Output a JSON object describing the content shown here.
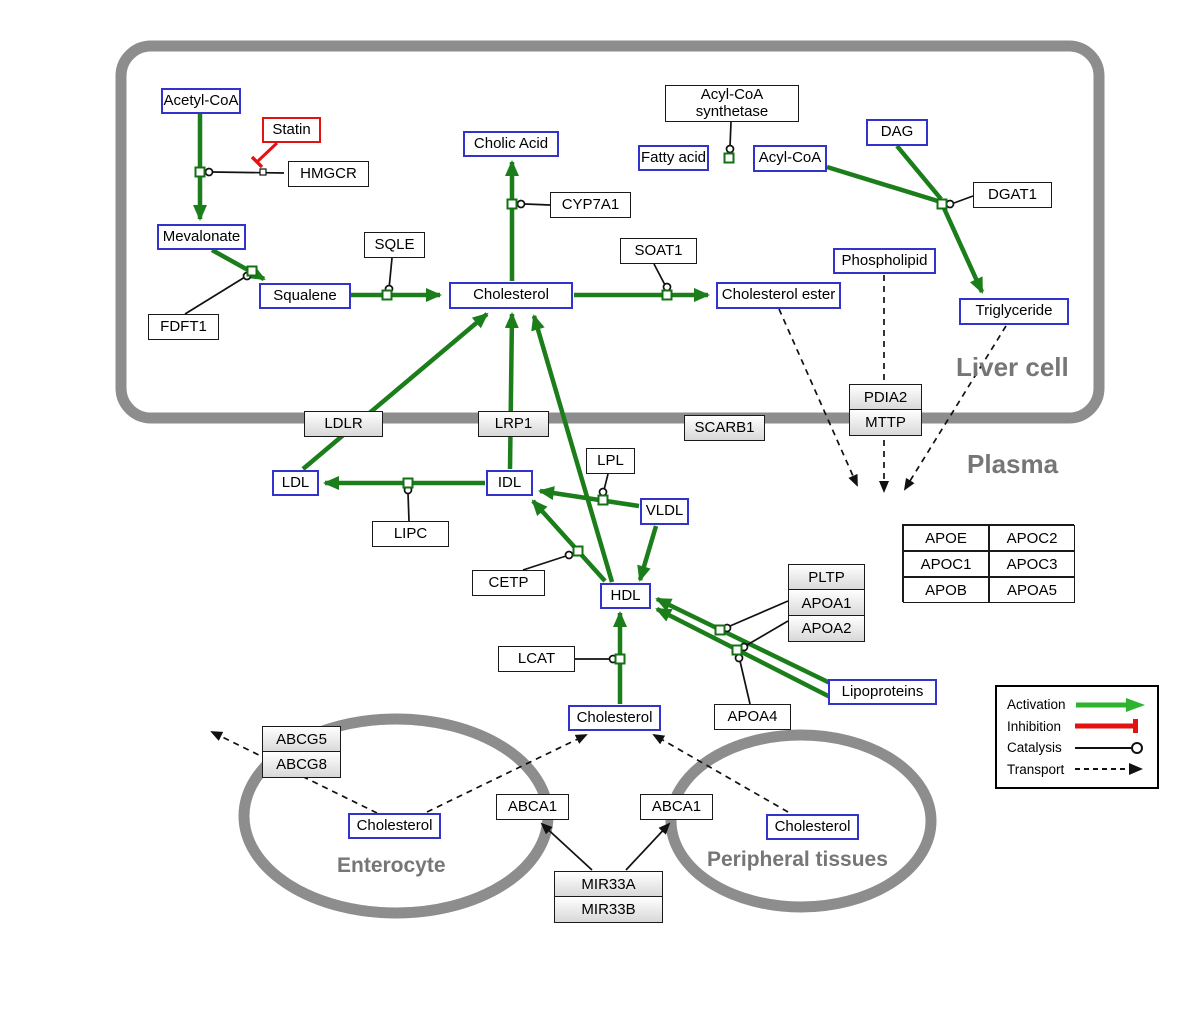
{
  "compartments": {
    "liver_cell": "Liver cell",
    "plasma": "Plasma",
    "enterocyte": "Enterocyte",
    "peripheral_tissues": "Peripheral tissues"
  },
  "metabolites": {
    "acetyl_coa": "Acetyl-CoA",
    "mevalonate": "Mevalonate",
    "squalene": "Squalene",
    "cholic_acid": "Cholic Acid",
    "cholesterol_liver": "Cholesterol",
    "fatty_acid": "Fatty acid",
    "acyl_coa": "Acyl-CoA",
    "dag": "DAG",
    "phospholipid": "Phospholipid",
    "cholesterol_ester": "Cholesterol ester",
    "triglyceride": "Triglyceride",
    "ldl": "LDL",
    "idl": "IDL",
    "vldl": "VLDL",
    "hdl": "HDL",
    "cholesterol_plasma": "Cholesterol",
    "lipoproteins": "Lipoproteins",
    "cholesterol_enterocyte": "Cholesterol",
    "cholesterol_peripheral": "Cholesterol"
  },
  "proteins": {
    "statin": "Statin",
    "hmgcr": "HMGCR",
    "sqle": "SQLE",
    "fdft1": "FDFT1",
    "cyp7a1": "CYP7A1",
    "acyl_coa_synthetase": "Acyl-CoA synthetase",
    "dgat1": "DGAT1",
    "soat1": "SOAT1",
    "ldlr": "LDLR",
    "lrp1": "LRP1",
    "scarb1": "SCARB1",
    "lpl": "LPL",
    "lipc": "LIPC",
    "cetp": "CETP",
    "lcat": "LCAT",
    "pdia2": "PDIA2",
    "mttp": "MTTP",
    "pltp": "PLTP",
    "apoa1": "APOA1",
    "apoa2": "APOA2",
    "apoa4": "APOA4",
    "abcg5": "ABCG5",
    "abcg8": "ABCG8",
    "abca1_enterocyte": "ABCA1",
    "abca1_peripheral": "ABCA1",
    "mir33a": "MIR33A",
    "mir33b": "MIR33B"
  },
  "apolipoprotein_table": [
    [
      "APOE",
      "APOC2"
    ],
    [
      "APOC1",
      "APOC3"
    ],
    [
      "APOB",
      "APOA5"
    ]
  ],
  "legend": {
    "activation": "Activation",
    "inhibition": "Inhibition",
    "catalysis": "Catalysis",
    "transport": "Transport"
  },
  "colors": {
    "activation_green": "#1b7e1b",
    "inhibition_red": "#e51212",
    "metabolite_border_blue": "#3232cd",
    "membrane_gray": "#8d8d8d"
  }
}
